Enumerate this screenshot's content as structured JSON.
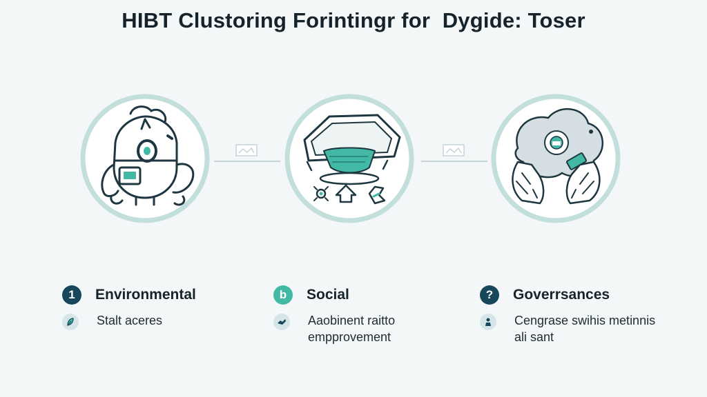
{
  "title": "HIBT Clustoring Forintingr for  Dygide: Toser",
  "colors": {
    "background": "#f3f7f8",
    "ring": "#c2dfdc",
    "teal_accent": "#43b9a5",
    "navy": "#17475a",
    "line": "#1d3640"
  },
  "pillars": [
    {
      "number": "1",
      "label": "Environmental",
      "icon": "face-with-monitor-icon",
      "detail_icon": "leaf-icon",
      "detail_lines": [
        "Stalt aceres"
      ]
    },
    {
      "number": "b",
      "label": "Social",
      "icon": "pillow-with-arrows-icon",
      "detail_icon": "hands-icon",
      "detail_lines": [
        "Aaobinent raitto",
        "empprovement"
      ]
    },
    {
      "number": "?",
      "label": "Goverrsances",
      "icon": "hands-holding-badge-icon",
      "detail_icon": "person-icon",
      "detail_lines": [
        "Cengrase swihis metinnis",
        "ali sant"
      ]
    }
  ]
}
